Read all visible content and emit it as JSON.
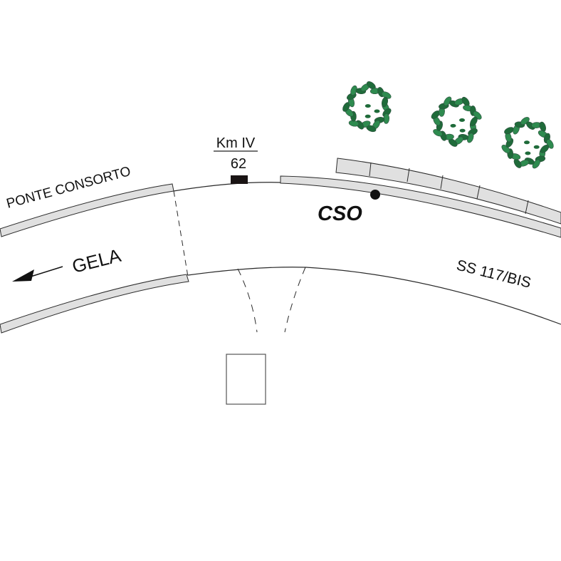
{
  "labels": {
    "bridge": "PONTE CONSORTO",
    "km_title": "Km IV",
    "km_value": "62",
    "station": "CSO",
    "direction": "GELA",
    "road": "SS 117/BIS"
  },
  "icons": {
    "km_marker": "black-rectangle",
    "station_point": "black-dot",
    "direction_arrow": "arrow-left",
    "trees": [
      "tree-icon",
      "tree-icon",
      "tree-icon"
    ]
  },
  "colors": {
    "line": "#2a2a2a",
    "barrier_fill": "#e0e0e0",
    "tree_dark": "#1f6b3a",
    "tree_light": "#2e8b4f",
    "marker": "#1a1414"
  }
}
